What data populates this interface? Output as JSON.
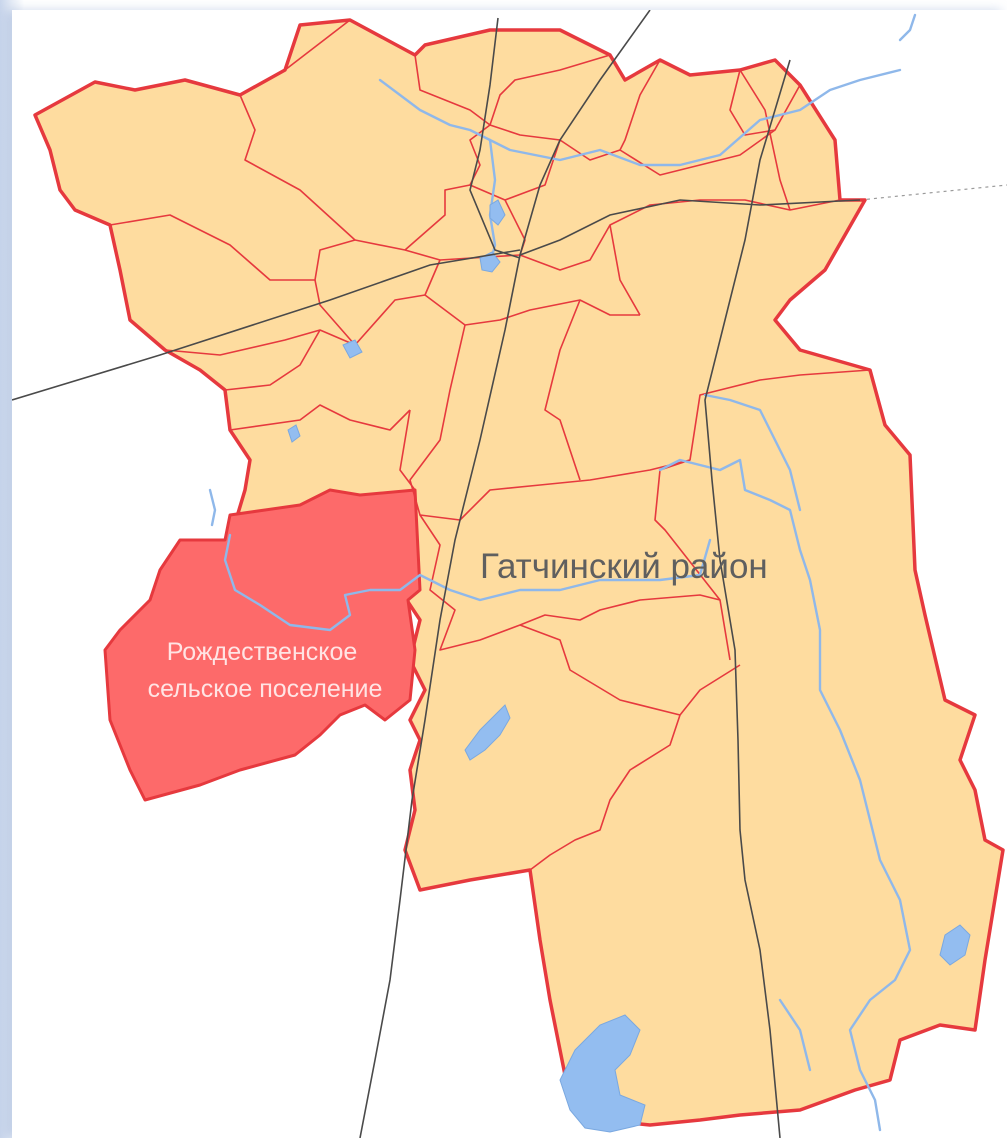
{
  "map": {
    "district_label": "Гатчинский район",
    "settlement_label_line1": "Рождественское",
    "settlement_label_line2": "сельское поселение",
    "colors": {
      "district_fill": "#fedc9f",
      "border": "#e6393e",
      "highlighted_settlement": "#fd6a6a",
      "water": "#93bdf0",
      "railway": "#4a4a4a"
    }
  }
}
